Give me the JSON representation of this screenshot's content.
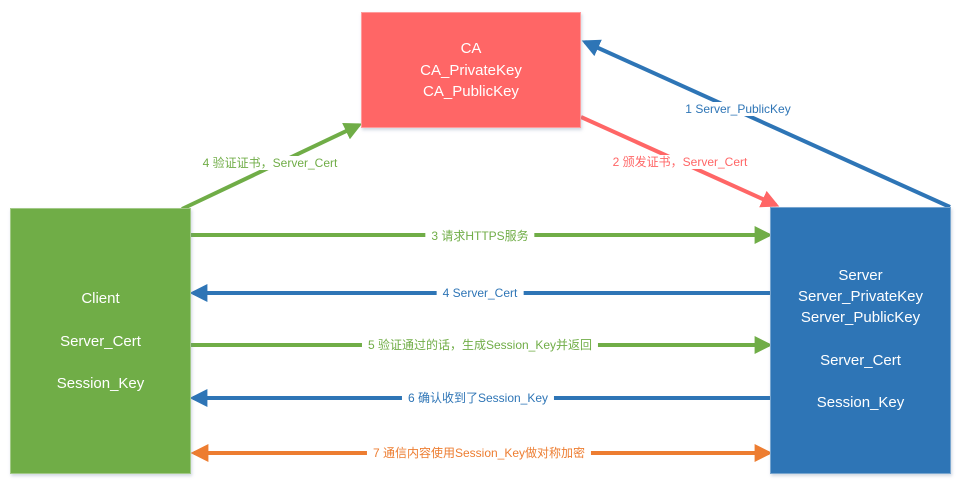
{
  "colors": {
    "ca": "#ff6666",
    "client": "#70ad47",
    "server": "#2e75b6",
    "step7": "#ed7d31",
    "box_text": "#ffffff"
  },
  "ca": {
    "lines": [
      "CA",
      "CA_PrivateKey",
      "CA_PublicKey"
    ]
  },
  "client": {
    "lines": [
      "Client",
      "Server_Cert",
      "Session_Key"
    ]
  },
  "server": {
    "lines": [
      "Server",
      "Server_PrivateKey",
      "Server_PublicKey",
      "Server_Cert",
      "Session_Key"
    ]
  },
  "steps": [
    {
      "label": "1 Server_PublicKey",
      "from": "Server",
      "to": "CA",
      "color": "#2e75b6"
    },
    {
      "label": "2 颁发证书，Server_Cert",
      "from": "CA",
      "to": "Server",
      "color": "#ff6666"
    },
    {
      "label": "3 请求HTTPS服务",
      "from": "Client",
      "to": "Server",
      "color": "#70ad47"
    },
    {
      "label": "4 验证证书，Server_Cert",
      "from": "Client",
      "to": "CA",
      "color": "#70ad47"
    },
    {
      "label": "4 Server_Cert",
      "from": "Server",
      "to": "Client",
      "color": "#2e75b6"
    },
    {
      "label": "5 验证通过的话，生成Session_Key并返回",
      "from": "Client",
      "to": "Server",
      "color": "#70ad47"
    },
    {
      "label": "6 确认收到了Session_Key",
      "from": "Server",
      "to": "Client",
      "color": "#2e75b6"
    },
    {
      "label": "7 通信内容使用Session_Key做对称加密",
      "from": "Client",
      "to": "Server",
      "bidirectional": true,
      "color": "#ed7d31"
    }
  ]
}
